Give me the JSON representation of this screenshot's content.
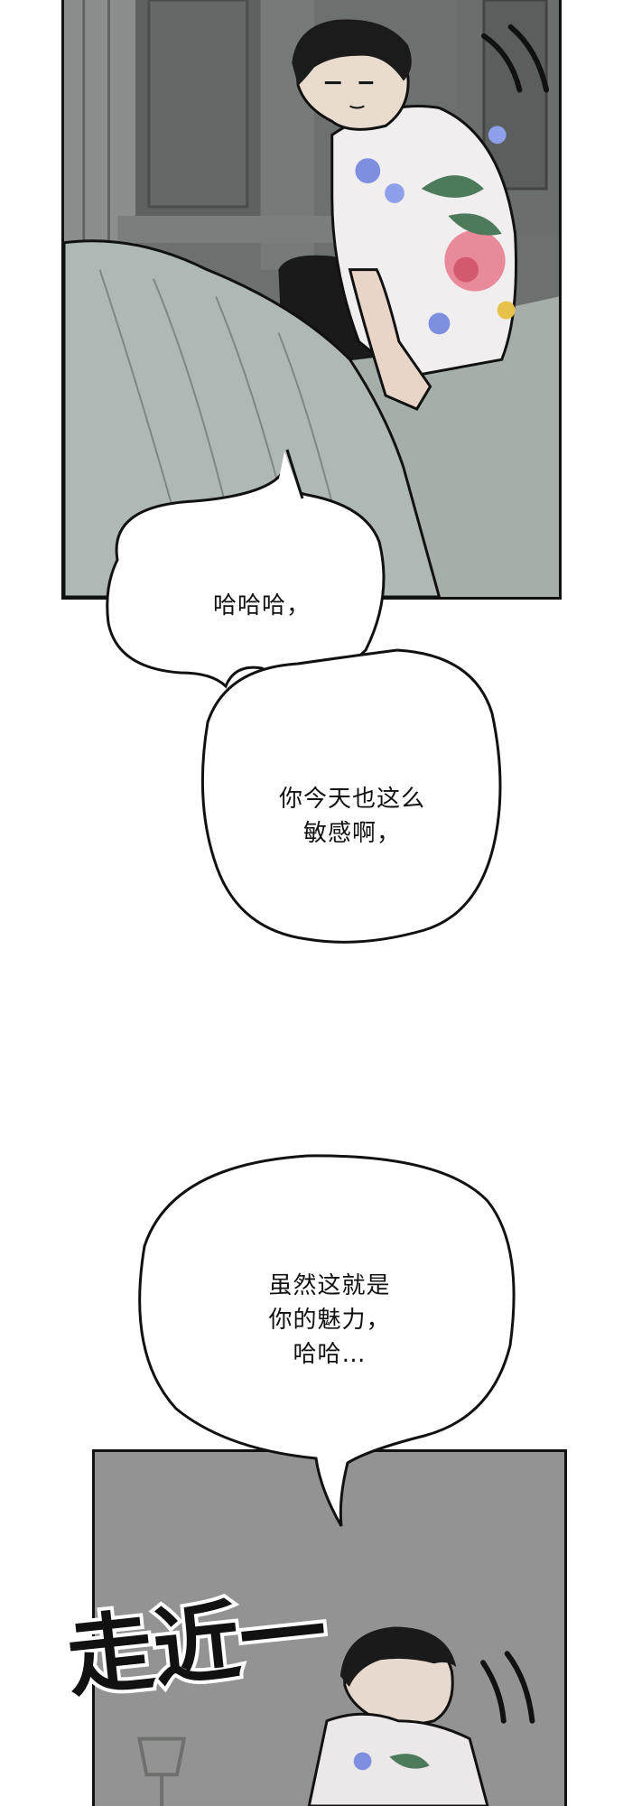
{
  "bubbles": [
    {
      "lines": [
        "哈哈哈，"
      ]
    },
    {
      "lines": [
        "你今天也这么",
        "敏感啊，"
      ]
    },
    {
      "lines": [
        "虽然这就是",
        "你的魅力，",
        "哈哈…"
      ]
    }
  ],
  "sfx": {
    "approach": "走近一"
  },
  "colors": {
    "panel_gray": "#6f7472",
    "shirt_floral_pink": "#e98a9a",
    "shirt_floral_blue": "#7f8fe0",
    "ink": "#111111"
  }
}
